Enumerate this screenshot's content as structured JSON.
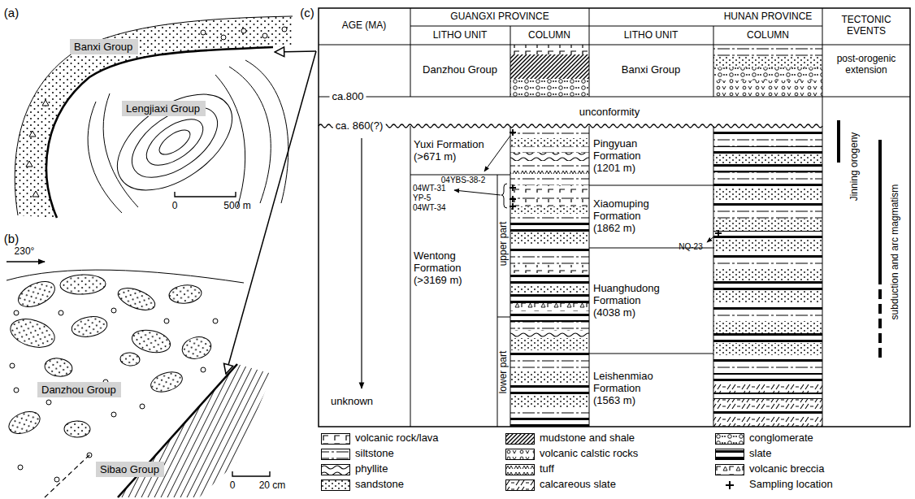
{
  "diagram": {
    "nodes": [
      {
        "text": [
          "Banxi Group"
        ]
      },
      {
        "text": [
          "Lengjiaxi Group"
        ]
      },
      {
        "text": [
          "Danzhou Group"
        ]
      },
      {
        "text": [
          "Sibao Group"
        ]
      }
    ],
    "labels": [
      "(a)",
      "0",
      "500 m",
      "(b)",
      "230°",
      "0",
      "20 cm",
      "(c)",
      "AGE (MA)",
      "GUANGXI PROVINCE",
      "HUNAN PROVINCE",
      "TECTONIC EVENTS",
      "LITHO UNIT",
      "COLUMN",
      "LITHO UNIT",
      "COLUMN",
      "Danzhou Group",
      "Banxi Group",
      "post-orogenic extension",
      "ca.800",
      "unconformity",
      "ca. 860(?)",
      "Yuxi Formation (>671 m)",
      "04YBS-38-2",
      "04WT-31",
      "YP-5",
      "04WT-34",
      "Wentong Formation (>3169 m)",
      "upper part",
      "lower part",
      "Pingyuan Formation (1201 m)",
      "Xiaomuping Formation (1862 m)",
      "NQ-23",
      "Huanghudong Formation (4038 m)",
      "Leishenmiao Formation (1563 m)",
      "unknown",
      "Jinning orogeny",
      "subduction and arc magmatism"
    ],
    "legend": [
      {
        "text": "volcanic rock/lava"
      },
      {
        "text": "mudstone and shale"
      },
      {
        "text": "conglomerate"
      },
      {
        "text": "siltstone"
      },
      {
        "text": "volcanic calstic rocks"
      },
      {
        "text": "slate"
      },
      {
        "text": "phyllite"
      },
      {
        "text": "tuff"
      },
      {
        "text": "volcanic breccia"
      },
      {
        "text": "sandstone"
      },
      {
        "text": "calcareous slate"
      },
      {
        "text": "Sampling location"
      }
    ]
  }
}
